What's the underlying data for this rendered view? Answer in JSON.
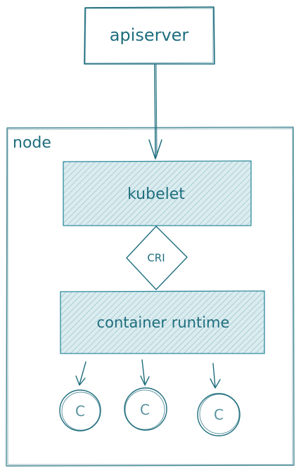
{
  "diagram": {
    "apiserver_label": "apiserver",
    "node_label": "node",
    "kubelet_label": "kubelet",
    "cri_label": "CRI",
    "runtime_label": "container runtime",
    "containers": [
      {
        "label": "C"
      },
      {
        "label": "C"
      },
      {
        "label": "C"
      }
    ]
  },
  "colors": {
    "stroke": "#1f6e7e",
    "hatch_fill": "#cfe5ea",
    "hatch_line": "#7fb6c2"
  }
}
